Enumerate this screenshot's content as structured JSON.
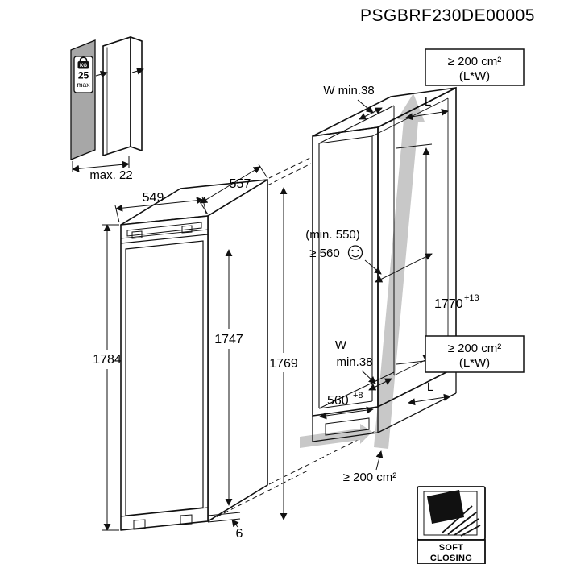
{
  "product_code": "PSGBRF230DE00005",
  "door_panel": {
    "weight_unit": "KG",
    "weight_value": "25",
    "weight_qualifier": "max",
    "thickness_label": "max. 22"
  },
  "appliance": {
    "depth_top": "549",
    "width_top": "557",
    "height_overall": "1784",
    "height_door": "1747",
    "height_side": "1769",
    "bottom_gap": "6"
  },
  "niche": {
    "top_vent_width": "W min.38",
    "top_air_area_line1": "≥ 200 cm²",
    "top_air_area_line2": "(L*W)",
    "top_length_label": "L",
    "depth_min": "(min. 550)",
    "depth_recommended": "≥ 560",
    "height_value": "1770",
    "height_tolerance": "+13",
    "mid_vent_width_line1": "W",
    "mid_vent_width_line2": "min.38",
    "mid_air_area_line1": "≥ 200 cm²",
    "mid_air_area_line2": "(L*W)",
    "mid_length_label": "L",
    "width_value": "560",
    "width_tolerance": "+8",
    "bottom_air_area": "≥ 200 cm²"
  },
  "soft_closing": {
    "line1": "SOFT",
    "line2": "CLOSING"
  }
}
